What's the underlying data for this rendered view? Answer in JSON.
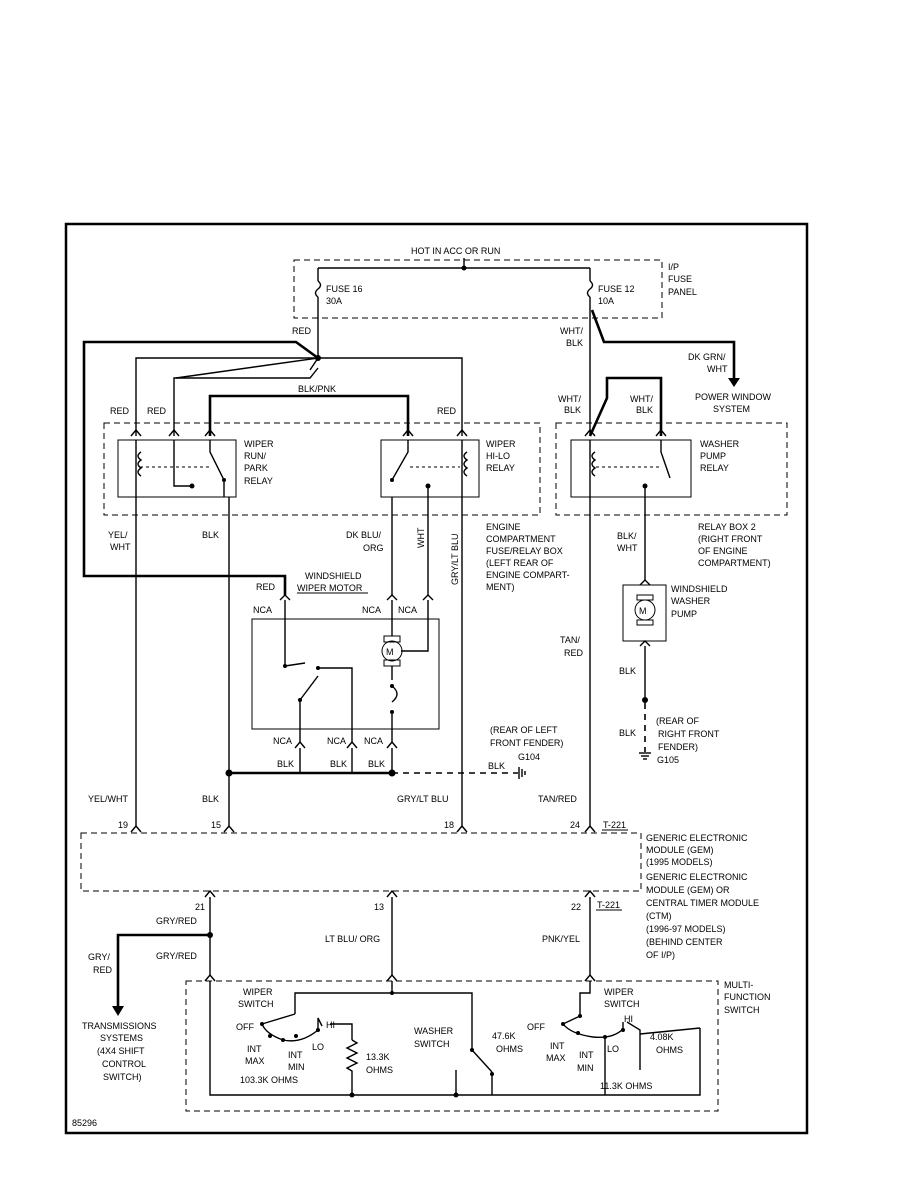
{
  "figure_id": "85296",
  "power": {
    "hot_label": "HOT IN ACC OR RUN",
    "panel_label": [
      "I/P",
      "FUSE",
      "PANEL"
    ],
    "fuse16": [
      "FUSE 16",
      "30A"
    ],
    "fuse12": [
      "FUSE 12",
      "10A"
    ]
  },
  "wires": {
    "red": "RED",
    "blk_pnk": "BLK/PNK",
    "blk": "BLK",
    "wht": "WHT",
    "wht_blk": [
      "WHT/",
      "BLK"
    ],
    "dk_grn_wht": [
      "DK GRN/",
      "WHT"
    ],
    "yel_wht": [
      "YEL/",
      "WHT"
    ],
    "dk_blu_org": [
      "DK BLU/",
      "ORG"
    ],
    "gry_lt_blu": "GRY/LT BLU",
    "blk_wht": [
      "BLK/",
      "WHT"
    ],
    "tan_red": [
      "TAN/",
      "RED"
    ],
    "yel_wht_single": "YEL/WHT",
    "tan_red_single": "TAN/RED",
    "gry_red": "GRY/RED",
    "gry_red_split": [
      "GRY/",
      "RED"
    ],
    "lt_blu_org": "LT BLU/ ORG",
    "pnk_yel": "PNK/YEL",
    "nca": "NCA"
  },
  "power_window": [
    "POWER WINDOW",
    "SYSTEM"
  ],
  "relays": {
    "run_park": [
      "WIPER",
      "RUN/",
      "PARK",
      "RELAY"
    ],
    "hi_lo": [
      "WIPER",
      "HI-LO",
      "RELAY"
    ],
    "washer": [
      "WASHER",
      "PUMP",
      "RELAY"
    ]
  },
  "engine_box": [
    "ENGINE",
    "COMPARTMENT",
    "FUSE/RELAY BOX",
    "(LEFT REAR OF",
    "ENGINE COMPART-",
    "MENT)"
  ],
  "relay_box2": [
    "RELAY BOX 2",
    "(RIGHT FRONT",
    "OF ENGINE",
    "COMPARTMENT)"
  ],
  "wiper_motor": [
    "WINDSHIELD",
    "WIPER MOTOR"
  ],
  "motor_symbol": "M",
  "washer_pump": [
    "WINDSHIELD",
    "WASHER",
    "PUMP"
  ],
  "ground_left": {
    "location": [
      "(REAR OF LEFT",
      "FRONT FENDER)"
    ],
    "id": "G104"
  },
  "ground_right": {
    "location": [
      "(REAR OF",
      "RIGHT FRONT",
      "FENDER)"
    ],
    "id": "G105"
  },
  "gem_pins_top": [
    "19",
    "15",
    "18",
    "24"
  ],
  "gem_connector_top": "T-221",
  "gem_label": [
    "GENERIC ELECTRONIC",
    "MODULE (GEM)",
    "(1995 MODELS)",
    "GENERIC ELECTRONIC",
    "MODULE (GEM) OR",
    "CENTRAL TIMER MODULE",
    "(CTM)",
    "(1996-97 MODELS)",
    "(BEHIND CENTER",
    "OF I/P)"
  ],
  "gem_pins_bottom": [
    "21",
    "13",
    "22"
  ],
  "gem_connector_bottom": "T-221",
  "transmission": [
    "TRANSMISSIONS",
    "SYSTEMS",
    "(4X4 SHIFT",
    "CONTROL",
    "SWITCH)"
  ],
  "multifunction": [
    "MULTI-",
    "FUNCTION",
    "SWITCH"
  ],
  "switches": {
    "wiper_switch": [
      "WIPER",
      "SWITCH"
    ],
    "washer_switch": [
      "WASHER",
      "SWITCH"
    ],
    "off": "OFF",
    "int_max": [
      "INT",
      "MAX"
    ],
    "int_min": [
      "INT",
      "MIN"
    ],
    "lo": "LO",
    "hi": "HI",
    "r_103": "103.3K OHMS",
    "r_133": [
      "13.3K",
      "OHMS"
    ],
    "r_476": [
      "47.6K",
      "OHMS"
    ],
    "r_408": [
      "4.08K",
      "OHMS"
    ],
    "r_113": "11.3K  OHMS"
  }
}
